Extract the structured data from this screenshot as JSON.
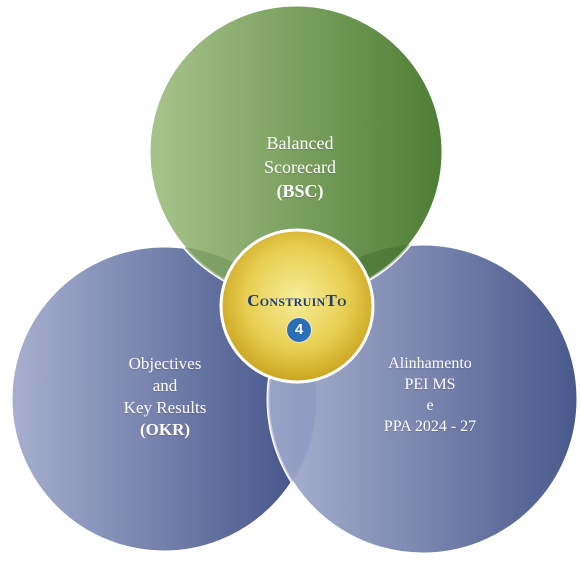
{
  "diagram": {
    "circles": {
      "bsc": {
        "lines": [
          "Balanced",
          "Scorecard",
          "(BSC)"
        ],
        "color_light": "#a8c48c",
        "color_dark": "#4e7d34"
      },
      "okr": {
        "lines": [
          "Objectives",
          "and",
          "Key Results",
          "(OKR)"
        ],
        "color_light": "#a7b0cf",
        "color_dark": "#3f4f86"
      },
      "pei": {
        "lines": [
          "Alinhamento",
          "PEI MS",
          "e",
          "PPA 2024 - 27"
        ],
        "color_light": "#a7b0cf",
        "color_dark": "#3f4f86"
      }
    },
    "center_logo": {
      "brand_prefix": "C",
      "brand_mid": "ONSTRU",
      "brand_mid2": "IN",
      "brand_last": "T",
      "brand_end": "O",
      "number": "4",
      "gold_light": "#f3e27a",
      "gold_dark": "#c9a21a"
    }
  }
}
